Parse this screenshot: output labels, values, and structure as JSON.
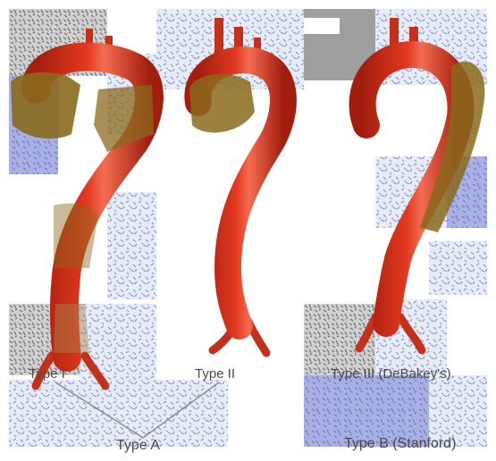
{
  "labels": {
    "type1": "Type I",
    "type2": "Type II",
    "type3": "Type III (DeBakey's)",
    "typeA": "Type A",
    "typeB": "Type B (Stanford)"
  },
  "colors": {
    "aorta": "#d9321c",
    "aorta_dark": "#9e1c0c",
    "aorta_light": "#f0654a",
    "dissection": "#8a6a1c",
    "pattern": "#6f84c9",
    "pattern_bg": "#e4e9f6",
    "bracket": "#8d8d8d"
  }
}
